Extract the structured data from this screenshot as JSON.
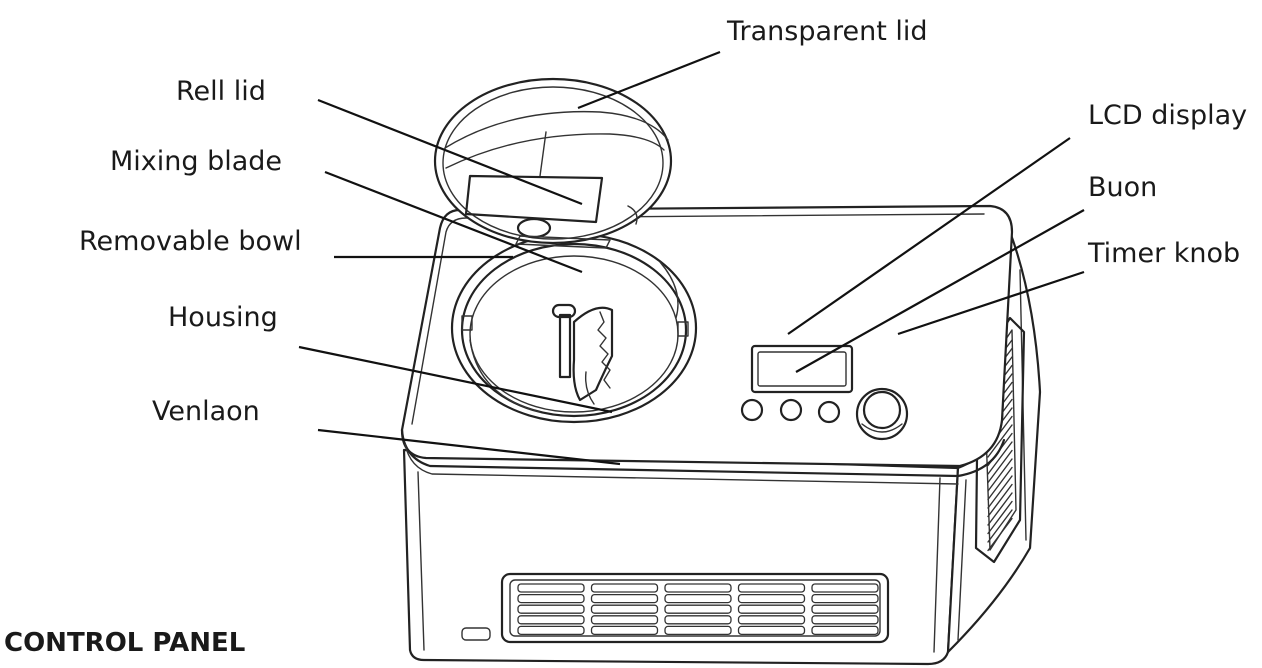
{
  "labels": {
    "transparent_lid": "Transparent lid",
    "rell_lid": "Rell lid",
    "mixing_blade": "Mixing blade",
    "removable_bowl": "Removable bowl",
    "housing": "Housing",
    "venlaon": "Venlaon",
    "lcd_display": "LCD display",
    "buon": "Buon",
    "timer_knob": "Timer knob"
  },
  "section_heading": "CONTROL PANEL"
}
